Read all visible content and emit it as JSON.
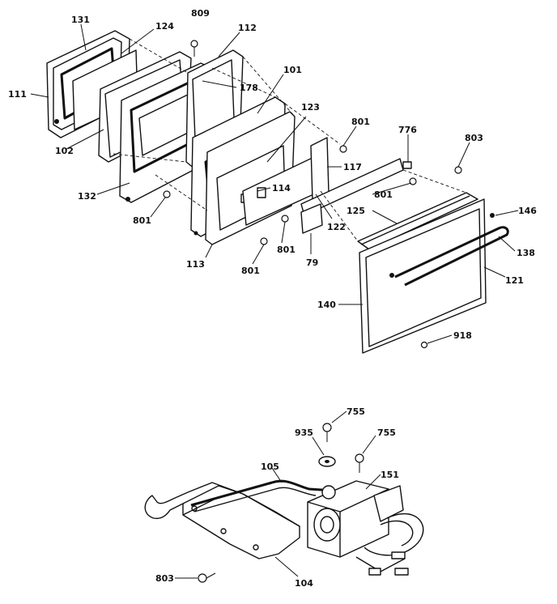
{
  "diagram": {
    "upper_assembly": {
      "callouts": [
        "131",
        "124",
        "809",
        "112",
        "111",
        "101",
        "178",
        "102",
        "123",
        "801",
        "776",
        "803",
        "117",
        "132",
        "114",
        "801",
        "125",
        "146",
        "801",
        "122",
        "138",
        "801",
        "801",
        "113",
        "79",
        "121",
        "140",
        "918"
      ]
    },
    "lower_assembly": {
      "callouts": [
        "755",
        "935",
        "755",
        "105",
        "151",
        "803",
        "104"
      ]
    }
  },
  "colors": {
    "ink": "#111111",
    "paper": "#ffffff"
  }
}
